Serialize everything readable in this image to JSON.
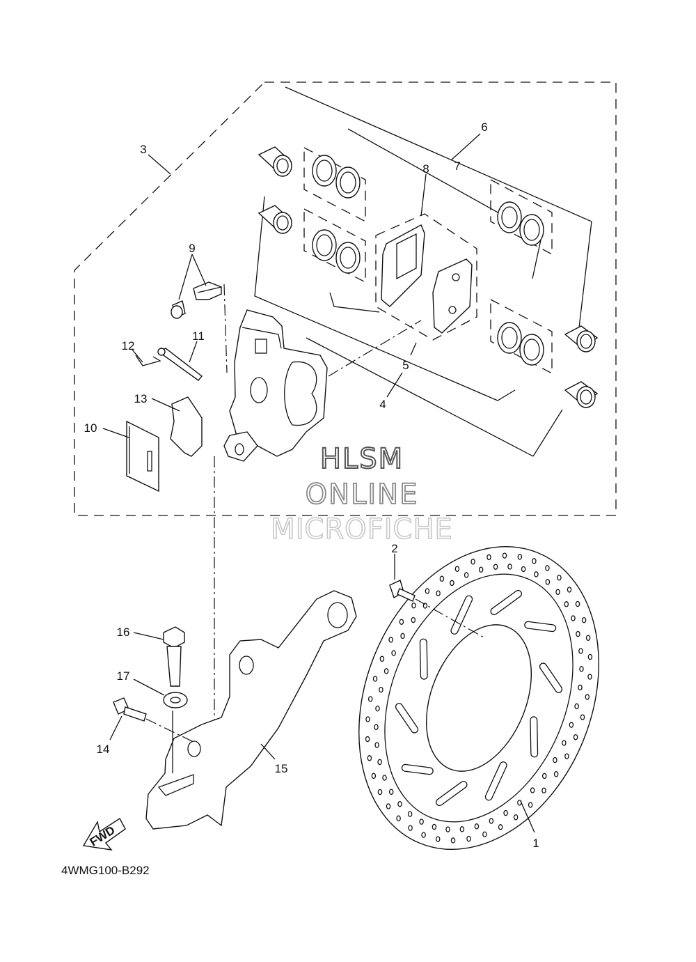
{
  "diagram_code": "4WMG100-B292",
  "fwd_label": "FWD",
  "watermark": {
    "line1": "HLSM",
    "line2": "ONLINE",
    "line3": "MICROFICHE"
  },
  "callouts": [
    "1",
    "2",
    "3",
    "4",
    "5",
    "6",
    "7",
    "8",
    "9",
    "10",
    "11",
    "12",
    "13",
    "14",
    "15",
    "16",
    "17"
  ]
}
